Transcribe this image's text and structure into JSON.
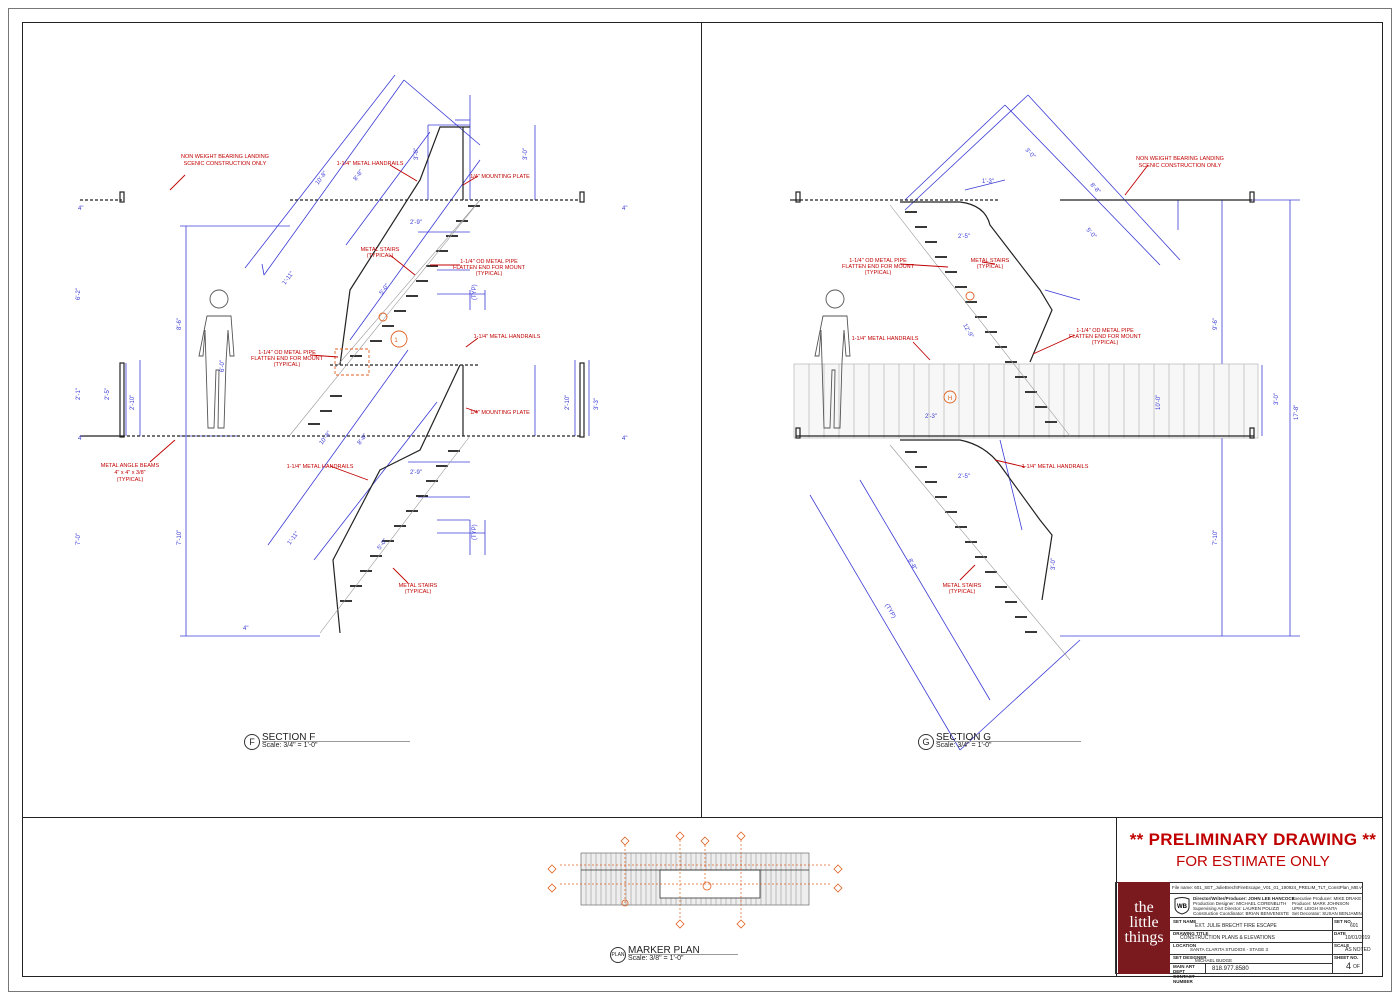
{
  "section_f": {
    "marker": "F",
    "title": "SECTION F",
    "scale": "Scale: 3/4\" = 1'-0\"",
    "notes": {
      "non_weight": "NON WEIGHT BEARING LANDING",
      "scenic": "SCENIC CONSTRUCTION ONLY",
      "handrails": "1-1/4\" METAL HANDRAILS",
      "mounting_plate": "1/4\" MOUNTING PLATE",
      "metal_stairs": "METAL STAIRS",
      "typical": "(TYPICAL)",
      "od_pipe": "1-1/4\" OD METAL PIPE",
      "flatten": "FLATTEN END FOR MOUNT",
      "angle_beams": "METAL ANGLE BEAMS",
      "angle_size": "4\" x 4\" x 3/8\""
    },
    "dims": [
      "10'-8\"",
      "8'-8\"",
      "2'-9\"",
      "3'-0\"",
      "1'-11\"",
      "5'-0\"",
      "6'-2\"",
      "8'-6\"",
      "7'-0\"",
      "7'-10\"",
      "2'-1\"",
      "2'-5\"",
      "2'-10\"",
      "3'-3\"",
      "4\"",
      "6'-0\"",
      "(TYP)"
    ],
    "callout": "1"
  },
  "section_g": {
    "marker": "G",
    "title": "SECTION G",
    "scale": "Scale: 3/4\" = 1'-0\"",
    "notes": {
      "non_weight": "NON WEIGHT BEARING LANDING",
      "scenic": "SCENIC CONSTRUCTION ONLY",
      "handrails": "1-1/4\" METAL HANDRAILS",
      "metal_stairs": "METAL STAIRS",
      "typical": "(TYPICAL)",
      "od_pipe": "1-1/4\" OD METAL PIPE",
      "flatten": "FLATTEN END FOR MOUNT"
    },
    "dims": [
      "8'-8\"",
      "3'-0\"",
      "5'-0\"",
      "12'-9\"",
      "9'-6\"",
      "17'-8\"",
      "7'-10\"",
      "2'-3\"",
      "1'-3\"",
      "2'-5\"",
      "3'-0\"",
      "10'-0\"",
      "(TYP)"
    ]
  },
  "marker_plan": {
    "marker": "PLAN",
    "title": "MARKER PLAN",
    "scale": "Scale: 3/8\" = 1'-0\""
  },
  "preliminary": {
    "line1": "** PRELIMINARY  DRAWING **",
    "line2": "FOR ESTIMATE ONLY"
  },
  "title_block": {
    "logo": [
      "the",
      "little",
      "things"
    ],
    "file_name": "File name: 601_SET_JulieBrechtFireEscape_V01_01_190924_PRELIM_TLT_ConstPlan_MB.vwx",
    "credits_left": [
      "Director/Writer/Producer: JOHN LEE HANCOCK",
      "Production Designer: MICHAEL CORENBLITH",
      "Supervising Art Director: LAUREN POLIZZI",
      "Construction Coordinator: BRIAN BENVENISTE"
    ],
    "credits_right": [
      "Executive Producer: MIKE DRAKE",
      "Producer: MARK JOHNSON",
      "UPM: LEIGH SHANTA",
      "Set Decorator: SUSAN BENJAMIN"
    ],
    "set_name_label": "SET NAME",
    "set_name": "EXT. JULIE BRECHT FIRE ESCAPE",
    "set_no_label": "SET NO.",
    "set_no": "601",
    "drawing_title_label": "DRAWING TITLE",
    "drawing_title": "CONSTRUCTION PLANS & ELEVATIONS",
    "date_label": "DATE",
    "date": "10/01/2019",
    "location_label": "LOCATION",
    "location": "SANTA CLARITA STUDIOS - STAGE 3",
    "scale_label": "SCALE",
    "scale": "AS NOTED",
    "designer_label": "SET DESIGNER",
    "designer": "MICHAEL BUDGE",
    "sheet_label": "SHEET NO.",
    "sheet": "4",
    "sheet_of": "OF",
    "contact_label": "MAIN ART DEPT CONTACT NUMBER",
    "contact": "818.977.8580"
  }
}
